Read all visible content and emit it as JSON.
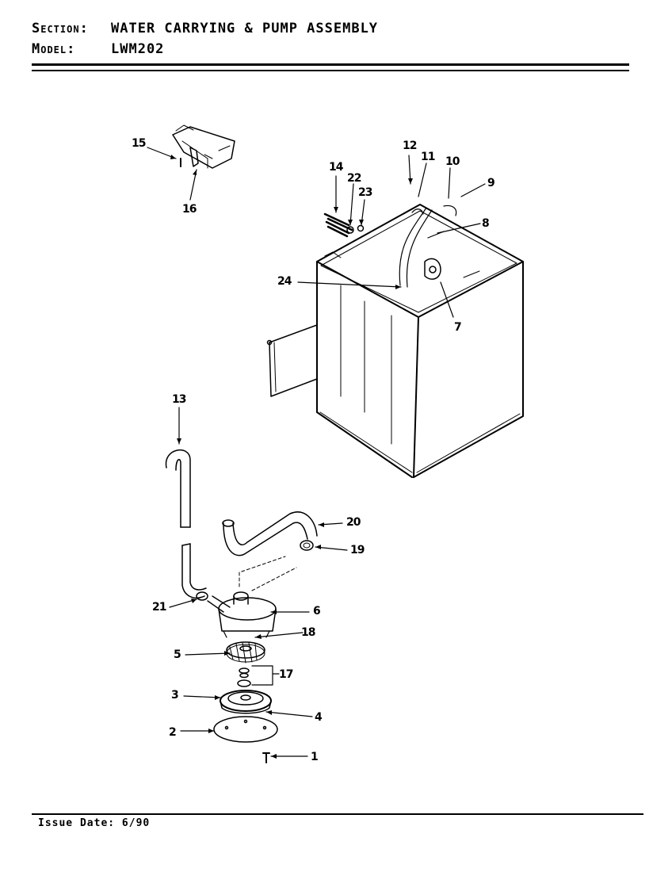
{
  "header": {
    "section_label": "Section:",
    "section_value": "WATER CARRYING & PUMP ASSEMBLY",
    "model_label": "Model:",
    "model_value": "LWM202"
  },
  "footer": {
    "issue_date": "Issue Date: 6/90"
  },
  "callouts": {
    "c1": "1",
    "c2": "2",
    "c3": "3",
    "c4": "4",
    "c5": "5",
    "c6": "6",
    "c7": "7",
    "c8": "8",
    "c9": "9",
    "c10": "10",
    "c11": "11",
    "c12": "12",
    "c13": "13",
    "c14": "14",
    "c15": "15",
    "c16": "16",
    "c17": "17",
    "c18": "18",
    "c19": "19",
    "c20": "20",
    "c21": "21",
    "c22": "22",
    "c23": "23",
    "c24": "24"
  }
}
